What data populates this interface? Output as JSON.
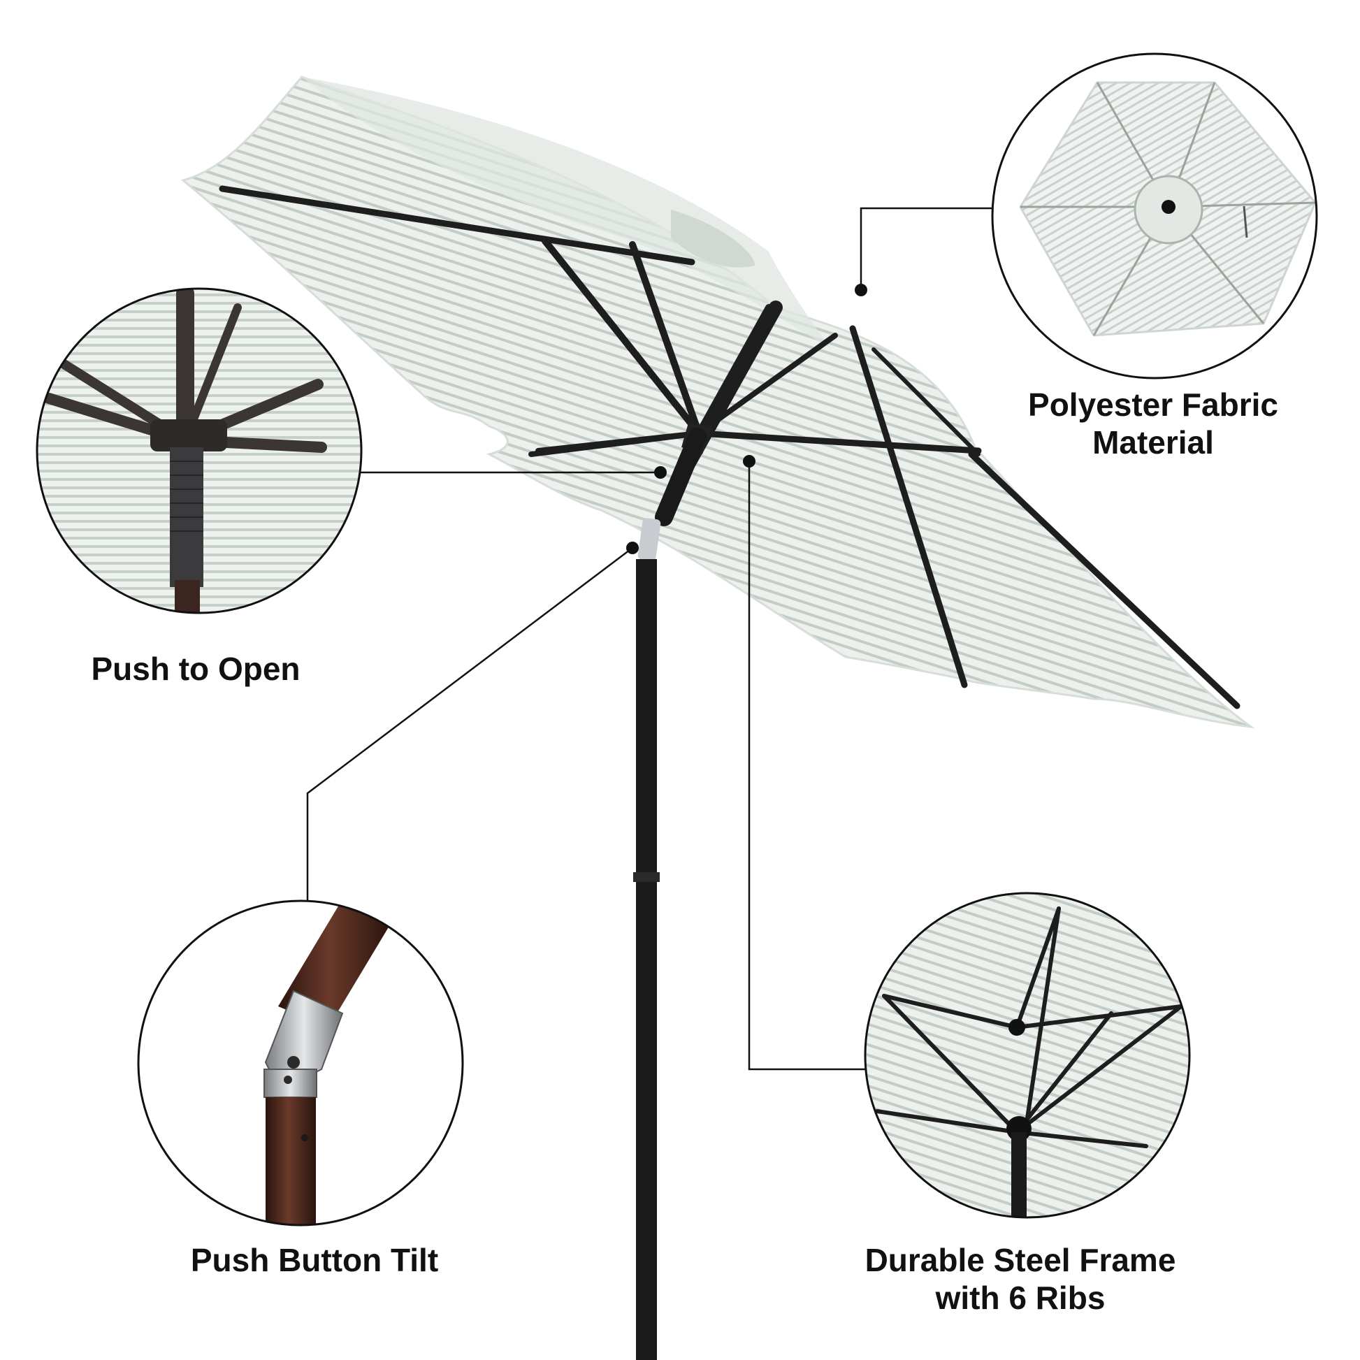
{
  "callouts": {
    "fabric": {
      "line1": "Polyester Fabric",
      "line2": "Material",
      "icon": "umbrella-top-view-icon"
    },
    "open": {
      "line1": "Push to Open",
      "icon": "hub-closeup-icon"
    },
    "tilt": {
      "line1": "Push Button Tilt",
      "icon": "tilt-joint-closeup-icon"
    },
    "frame": {
      "line1": "Durable Steel Frame",
      "line2": "with 6 Ribs",
      "icon": "rib-frame-closeup-icon"
    }
  },
  "colors": {
    "canopy": "#e9eeea",
    "stripe": "#bcc6be",
    "frame": "#1c1c1c",
    "bronze": "#4a2a20",
    "text": "#111111"
  }
}
